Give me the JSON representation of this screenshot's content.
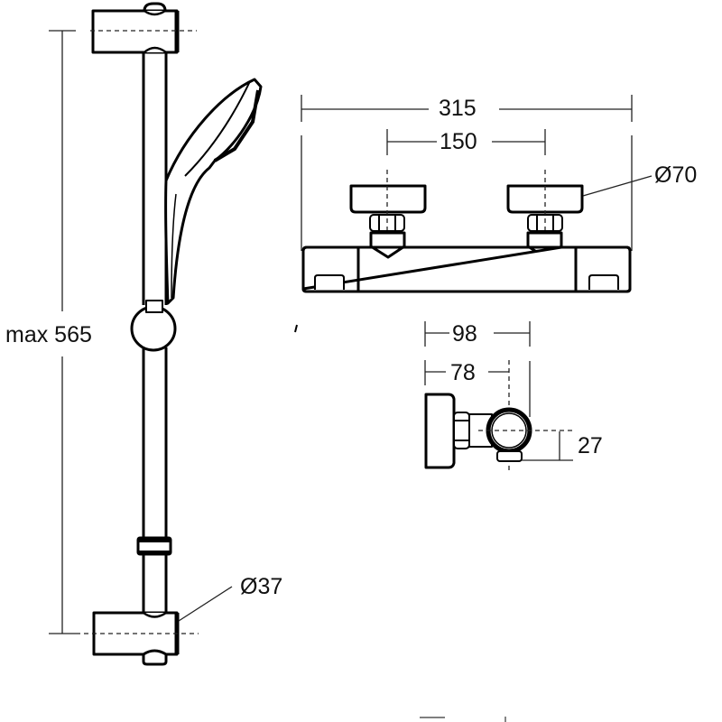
{
  "diagram": {
    "title": "Thermostatic shower valve and riser rail kit - dimension drawing",
    "colors": {
      "line": "#000000",
      "background": "#ffffff"
    },
    "views": [
      {
        "id": "riser_rail_front",
        "description": "Riser rail with handset, slider and wall brackets",
        "dimensions": {
          "height_label": "max 565",
          "bracket_diameter_label": "Ø37"
        }
      },
      {
        "id": "valve_front",
        "description": "Bar valve front elevation with two control handles",
        "dimensions": {
          "overall_width_label": "315",
          "centres_label": "150",
          "handle_diameter_label": "Ø70"
        }
      },
      {
        "id": "valve_side",
        "description": "Bar valve side elevation",
        "dimensions": {
          "projection_total_label": "98",
          "projection_centre_label": "78",
          "body_offset_label": "27"
        }
      }
    ],
    "labels": {
      "max_565": "max 565",
      "d37": "Ø37",
      "w315": "315",
      "w150": "150",
      "d70": "Ø70",
      "p98": "98",
      "p78": "78",
      "h27": "27"
    }
  }
}
